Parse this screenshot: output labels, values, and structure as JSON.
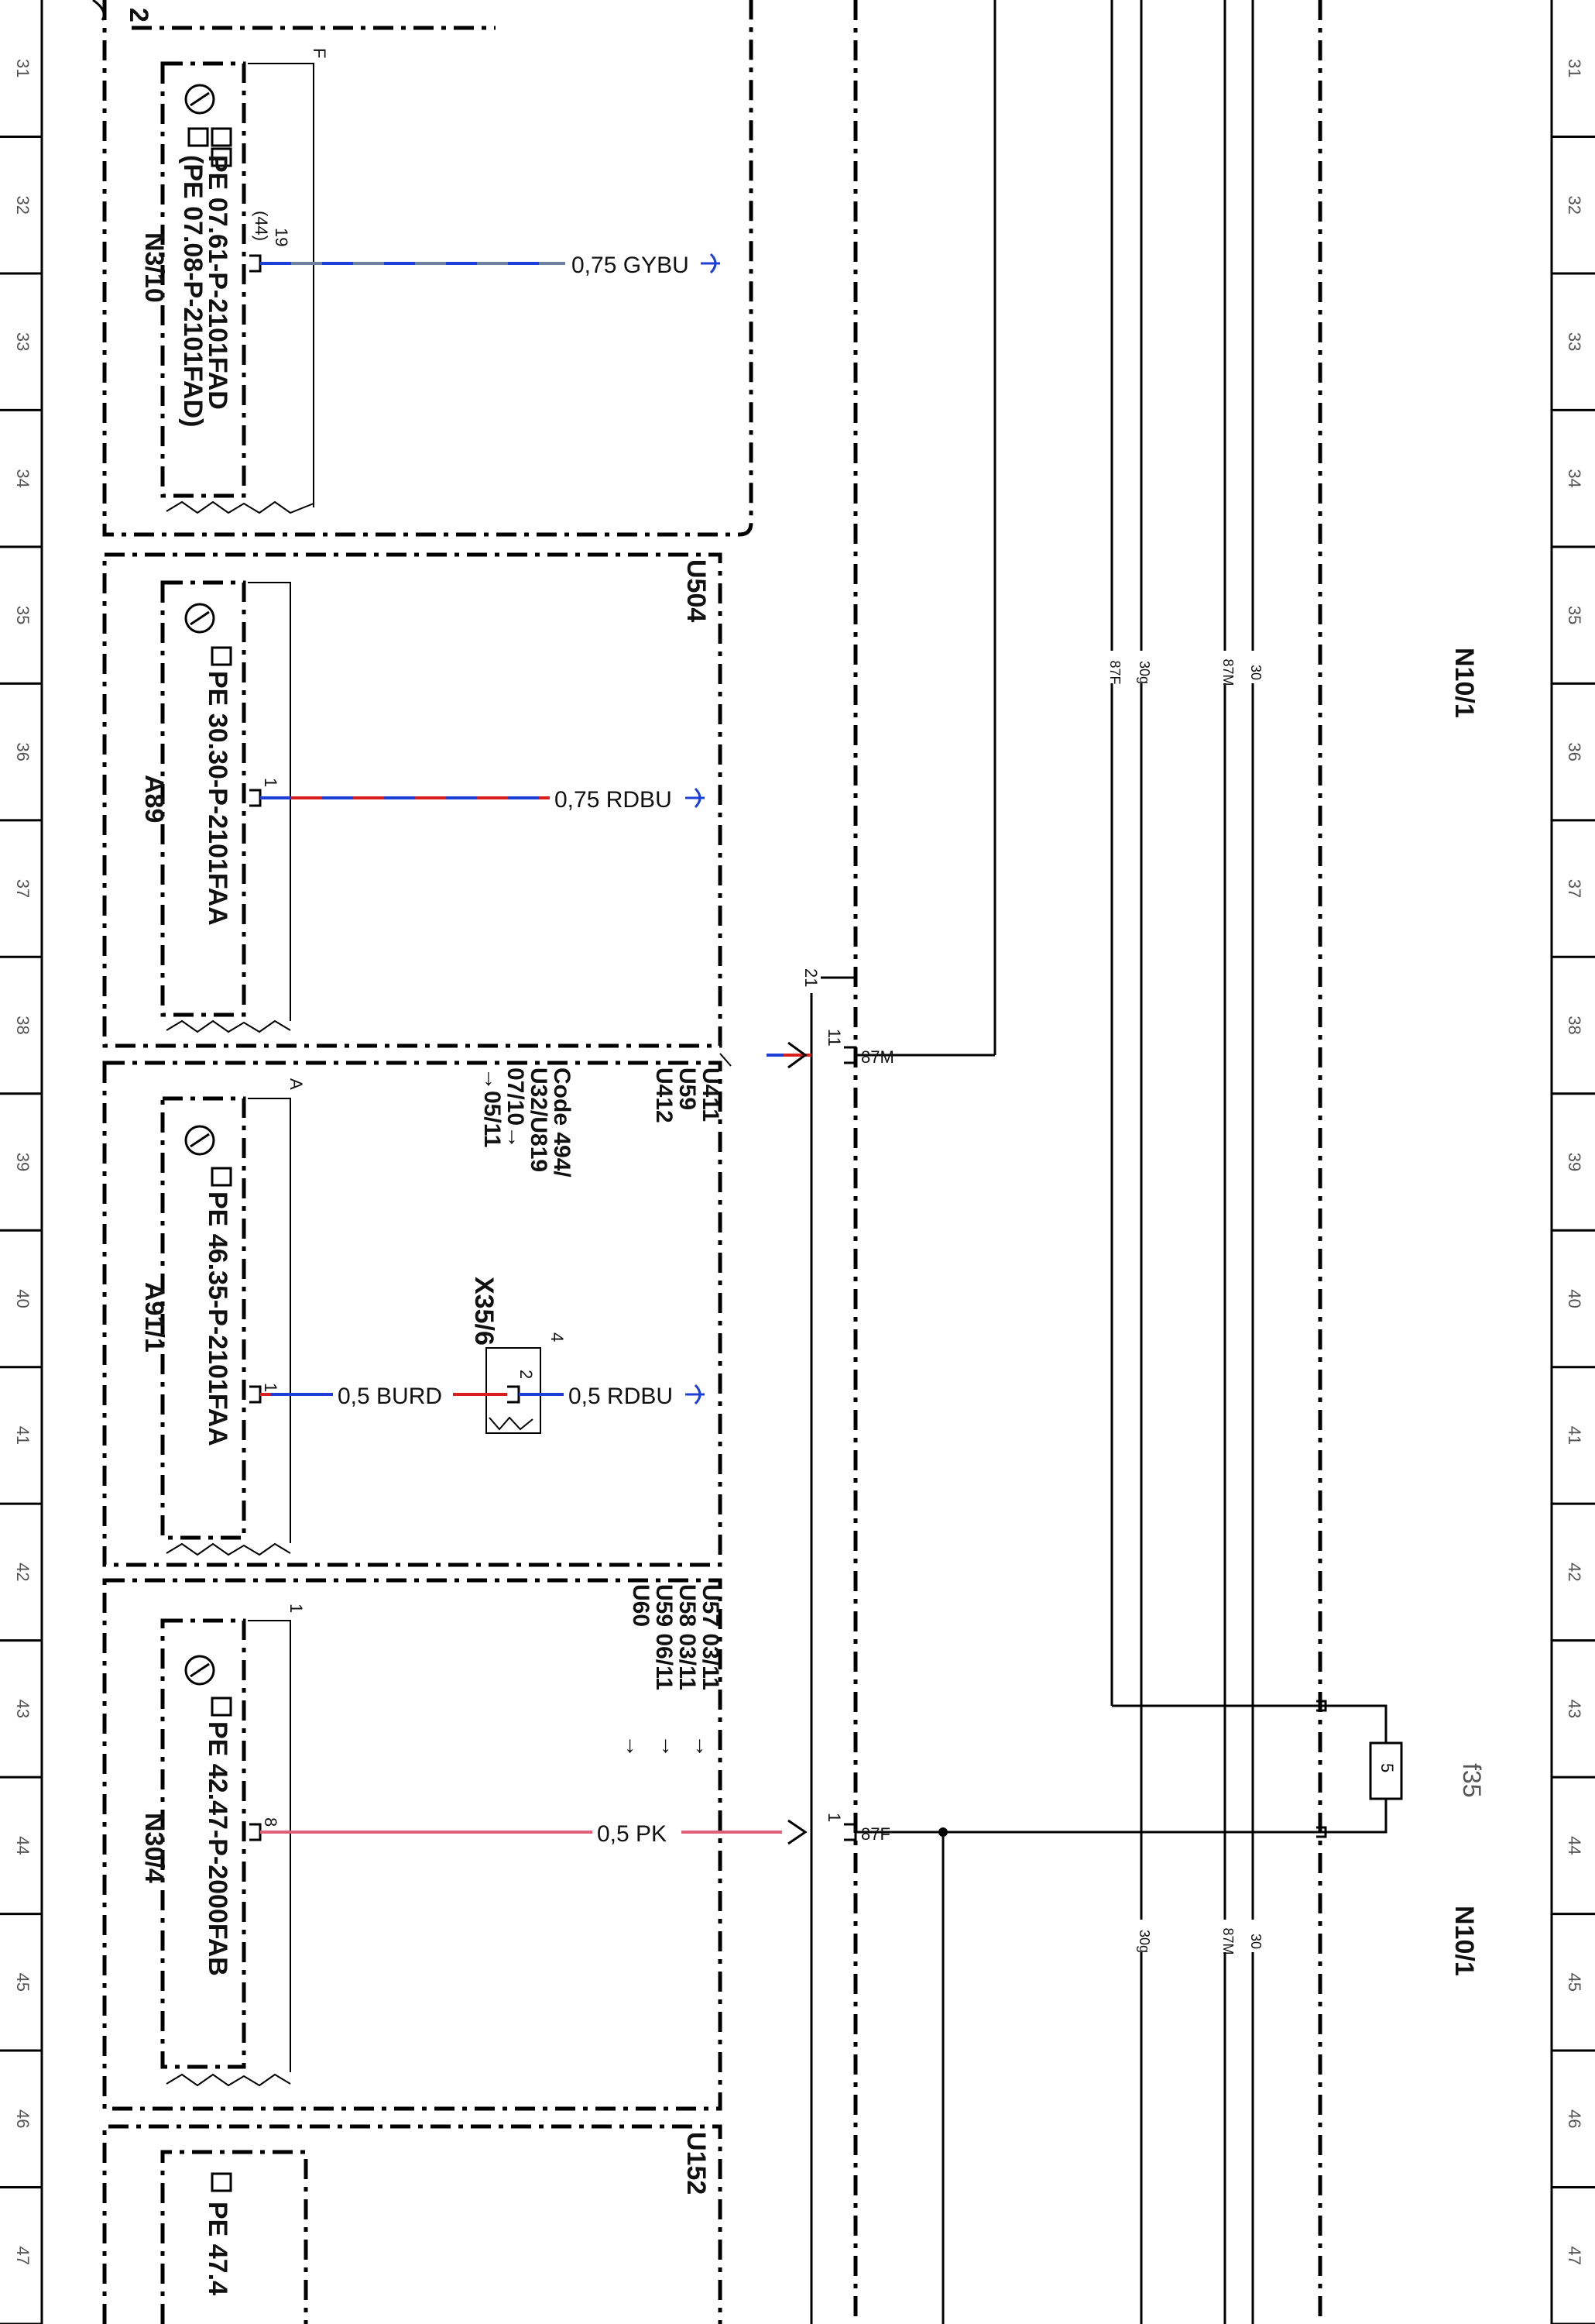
{
  "grid": {
    "row_numbers": [
      "31",
      "32",
      "33",
      "34",
      "35",
      "36",
      "37",
      "38",
      "39",
      "40",
      "41",
      "42",
      "43",
      "44",
      "45",
      "46",
      "47"
    ]
  },
  "modules": [
    {
      "id": "N3/10",
      "lines": [
        "PE 07.61-P-2101FAD",
        "(PE 07.08-P-2101FAD)"
      ],
      "pin": "19",
      "pin_alt": "(44)",
      "corner_label": "F",
      "wire": "0,75 GYBU",
      "wire_colors": [
        "#6e7fa0",
        "#1c3fd8"
      ]
    },
    {
      "id": "A89",
      "lines": [
        "PE 30.30-P-2101FAA"
      ],
      "pin": "1",
      "corner_label": "U504",
      "wire": "0,75 RDBU",
      "wire_colors": [
        "#d91e1e",
        "#1c3fd8"
      ]
    },
    {
      "id": "A91/1",
      "lines": [
        "PE 46.35-P-2101FAA"
      ],
      "pin": "1",
      "corner_label": "A",
      "codes": [
        "U411",
        "U59",
        "U412",
        "Code 494/",
        "U32/U819",
        "07/10→",
        "→05/11"
      ],
      "connector": "X35/6",
      "connector_pins": [
        "4",
        "2"
      ],
      "wire_left": "0,5 BURD",
      "wire_right": "0,5 RDBU"
    },
    {
      "id": "N30/4",
      "lines": [
        "PE 42.47-P-2000FAB"
      ],
      "pin": "8",
      "corner_label": "1",
      "codes": [
        "U57 03/11",
        "U58 03/11",
        "U59 06/11",
        "U60"
      ],
      "code_arrows": [
        "↓",
        "↓",
        "↓"
      ],
      "wire": "0,5 PK",
      "wire_colors": [
        "#e0607a"
      ]
    },
    {
      "id": "",
      "lines": [
        "PE 47.4"
      ],
      "corner_label": "U152"
    }
  ],
  "fuse_box": {
    "id_top": "N10/1",
    "id_bottom": "N10/1",
    "fuse": "f35",
    "fuse_value": "5",
    "pin_87M": "87M",
    "pin_87F": "87F",
    "pin_11": "11",
    "pin_21": "21",
    "pin_1": "1",
    "bus_labels_top": [
      "87F",
      "30g",
      "87M",
      "30"
    ],
    "bus_labels_bottom": [
      "30g",
      "87M",
      "30"
    ]
  },
  "top_fragment": "2"
}
